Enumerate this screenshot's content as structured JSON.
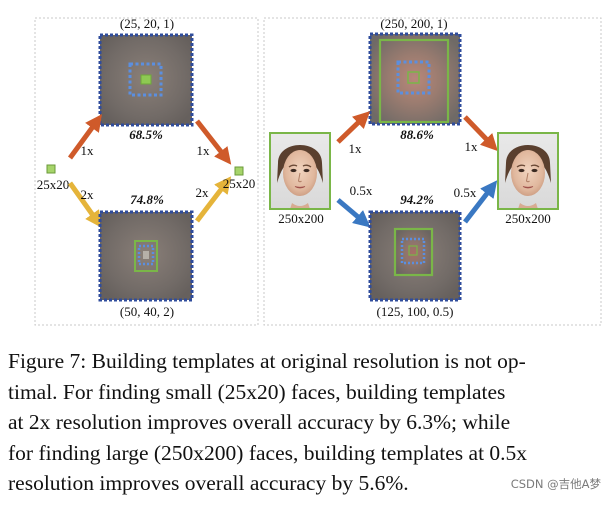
{
  "figure": {
    "left_panel": {
      "top_template": {
        "dims": "(25, 20, 1)",
        "accuracy": "68.5%"
      },
      "bottom_template": {
        "dims": "(50, 40, 2)",
        "accuracy": "74.8%"
      },
      "input_label": "25x20",
      "output_label": "25x20",
      "arrow_labels": {
        "up_in": "1x",
        "down_in": "2x",
        "down_out": "1x",
        "up_out": "2x"
      }
    },
    "right_panel": {
      "top_template": {
        "dims": "(250, 200, 1)",
        "accuracy": "88.6%"
      },
      "bottom_template": {
        "dims": "(125, 100, 0.5)",
        "accuracy": "94.2%"
      },
      "input_label": "250x200",
      "output_label": "250x200",
      "arrow_labels": {
        "up_in": "1x",
        "down_in": "0.5x",
        "down_out": "1x",
        "up_out": "0.5x"
      }
    },
    "colors": {
      "orange_arrow": "#cf5a2a",
      "yellow_arrow": "#e5b43a",
      "blue_arrow": "#3a78c2",
      "green_box": "#7ab648",
      "dotted_border": "#2f4c9c",
      "template_fill": "#77706c"
    }
  },
  "caption": {
    "lines": [
      "Figure 7: Building templates at original resolution is not op-",
      "timal.  For finding small (25x20) faces, building templates",
      "at 2x resolution improves overall accuracy by 6.3%; while",
      "for finding large (250x200) faces, building templates at 0.5x",
      "resolution improves overall accuracy by 5.6%."
    ]
  },
  "watermark": "CSDN @吉他A梦"
}
